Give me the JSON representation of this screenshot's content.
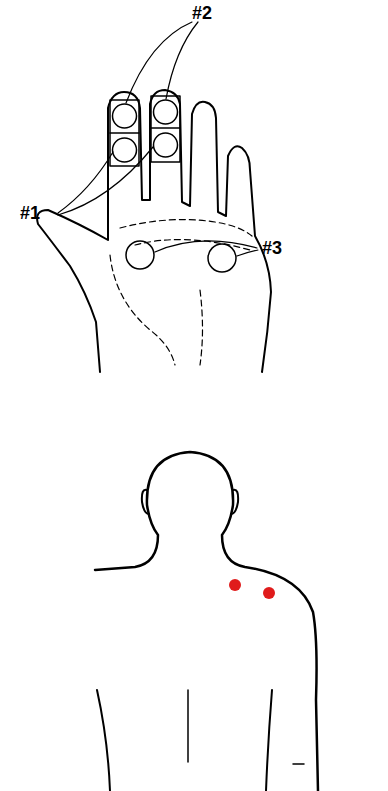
{
  "diagram": {
    "labels": [
      "#2",
      "#1",
      "#3"
    ]
  }
}
